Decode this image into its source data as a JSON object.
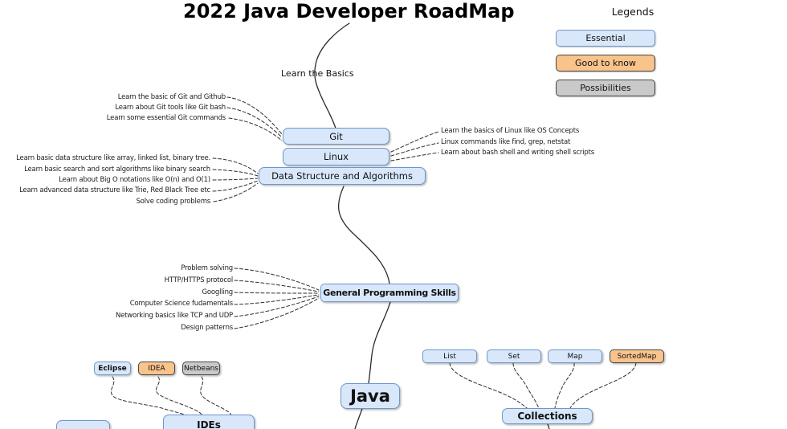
{
  "title": "2022 Java Developer RoadMap",
  "legend": {
    "heading": "Legends",
    "items": [
      {
        "label": "Essential"
      },
      {
        "label": "Good to know"
      },
      {
        "label": "Possibilities"
      }
    ]
  },
  "branch_label": "Learn the Basics",
  "nodes": {
    "git": "Git",
    "linux": "Linux",
    "dsa": "Data Structure and Algorithms",
    "gps": "General Programming Skills",
    "java": "Java",
    "ides": "IDEs",
    "collections": "Collections",
    "eclipse": "Eclipse",
    "idea": "IDEA",
    "netbeans": "Netbeans",
    "list": "List",
    "set": "Set",
    "map": "Map",
    "sortedmap": "SortedMap"
  },
  "annotations": {
    "git": [
      "Learn the basic of Git and Github",
      "Learn about Git tools like Git bash",
      "Learn some essential Git commands"
    ],
    "linux": [
      "Learn the basics of Linux like OS Concepts",
      "Linux commands like find, grep, netstat",
      "Learn about bash shell and writing shell scripts"
    ],
    "dsa": [
      "Learn basic data structure like array, linked list, binary tree.",
      "Learn basic search and sort algorithms like binary search",
      "Learn about Big O notations like O(n) and O(1)",
      "Learn advanced data structure like Trie, Red Black Tree etc",
      "Solve coding problems"
    ],
    "gps": [
      "Problem solving",
      "HTTP/HTTPS protocol",
      "Googlling",
      "Computer Science fudamentals",
      "Networking basics like TCP and UDP",
      "Design patterns"
    ]
  },
  "colors": {
    "essential_fill": "#d8e7fa",
    "essential_border": "#7096c9",
    "good_to_know_fill": "#f9c38c",
    "possibilities_fill": "#c9c9c9",
    "dark_border": "#454545",
    "line": "#2b2b2b"
  }
}
